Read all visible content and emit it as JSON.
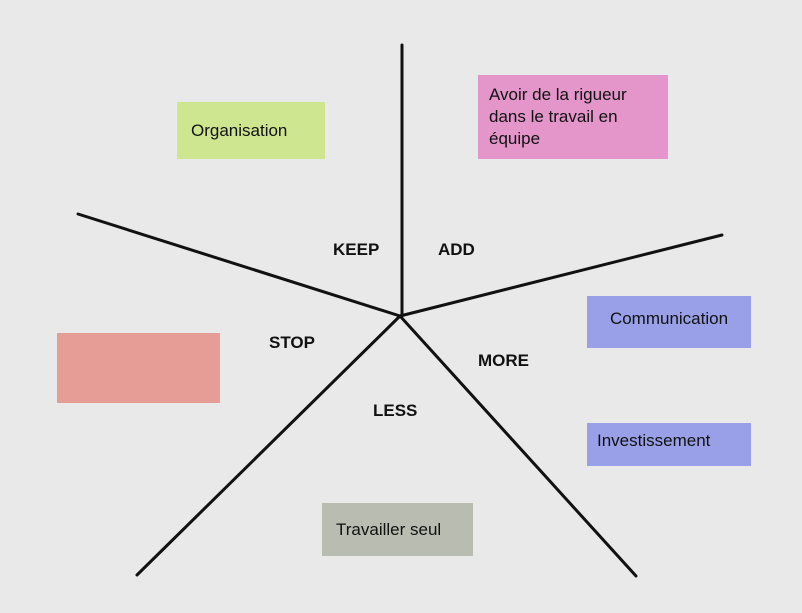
{
  "sections": {
    "keep": "KEEP",
    "add": "ADD",
    "stop": "STOP",
    "more": "MORE",
    "less": "LESS"
  },
  "notes": {
    "keep": {
      "text": "Organisation",
      "color": "#cee690"
    },
    "add": {
      "text": "Avoir de la rigueur dans le travail en équipe",
      "color": "#e496cb"
    },
    "stop": {
      "text": "",
      "color": "#e59d95"
    },
    "more_1": {
      "text": "Communication",
      "color": "#99a0e8"
    },
    "more_2": {
      "text": "Investissement",
      "color": "#99a0e8"
    },
    "less": {
      "text": "Travailler seul",
      "color": "#b9bcb1"
    }
  }
}
